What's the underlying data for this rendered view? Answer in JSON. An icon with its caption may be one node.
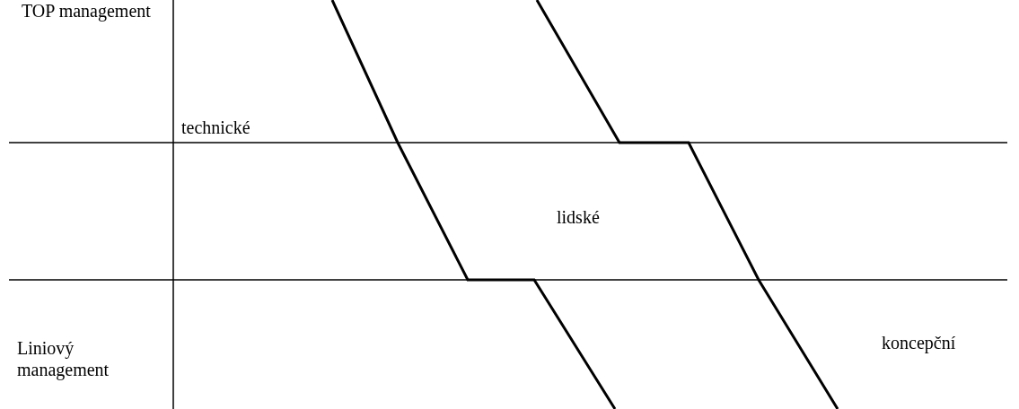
{
  "diagram": {
    "labels": [
      "TOP management",
      "technické",
      "lidské",
      "Liniový management",
      "koncepční"
    ]
  }
}
